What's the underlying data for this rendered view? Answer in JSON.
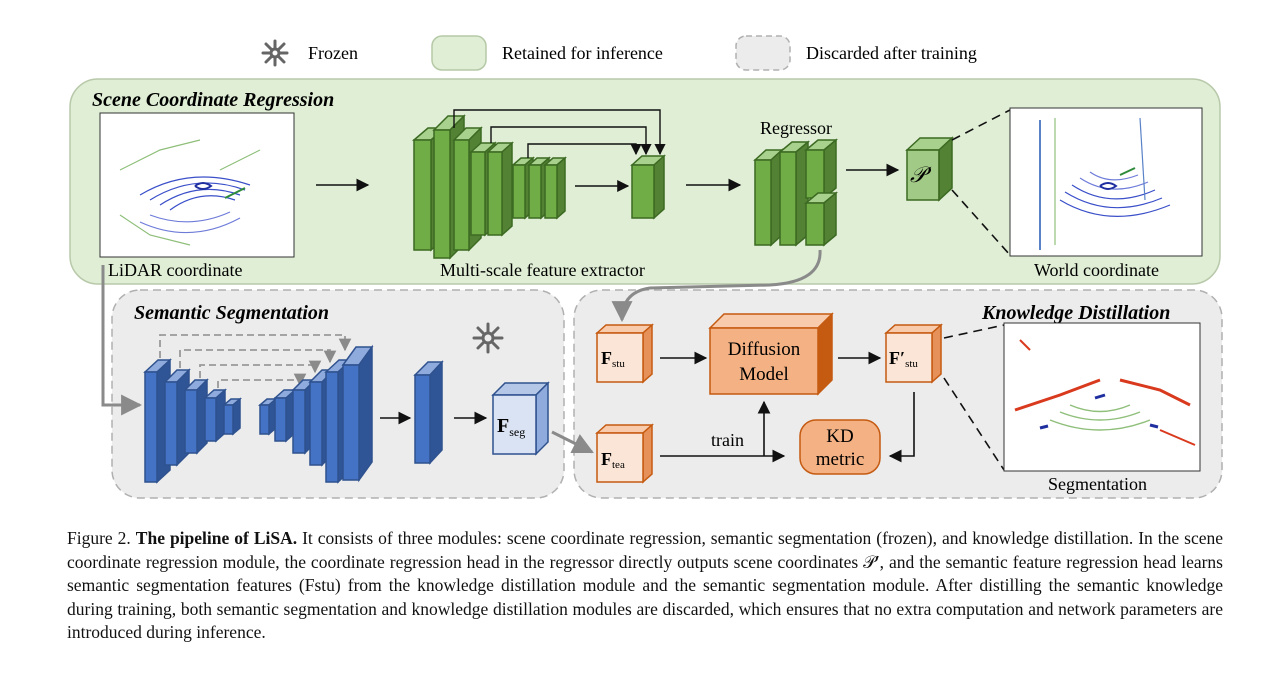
{
  "legend": {
    "frozen": "Frozen",
    "retained": "Retained for inference",
    "discarded": "Discarded after training"
  },
  "modules": {
    "scr": {
      "title": "Scene Coordinate Regression",
      "lidar_label": "LiDAR coordinate",
      "extractor_label": "Multi-scale feature extractor",
      "regressor_label": "Regressor",
      "output_label": "𝒫′",
      "world_label": "World coordinate"
    },
    "seg": {
      "title": "Semantic Segmentation",
      "fseg_main": "F",
      "fseg_sub": "seg"
    },
    "kd": {
      "title": "Knowledge Distillation",
      "fstu_main": "F",
      "fstu_sub": "stu",
      "ftea_main": "F",
      "ftea_sub": "tea",
      "fstu2_main": "F′",
      "fstu2_sub": "stu",
      "diffusion_line1": "Diffusion",
      "diffusion_line2": "Model",
      "kd_line1": "KD",
      "kd_line2": "metric",
      "train_label": "train",
      "seg_label": "Segmentation"
    }
  },
  "caption": {
    "label": "Figure 2.",
    "title": "The pipeline of LiSA.",
    "text": "It consists of three modules: scene coordinate regression, semantic segmentation (frozen), and knowledge distillation. In the scene coordinate regression module, the coordinate regression head in the regressor directly outputs scene coordinates 𝒫′, and the semantic feature regression head learns semantic segmentation features (Fstu) from the knowledge distillation module and the semantic segmentation module. After distilling the semantic knowledge during training, both semantic segmentation and knowledge distillation modules are discarded, which ensures that no extra computation and network parameters are introduced during inference."
  },
  "colors": {
    "green_panel": "#dfeed5",
    "gray_panel": "#ececec",
    "green_block": "#70ad47",
    "blue_block": "#4472c4",
    "orange_block": "#f4b183",
    "orange_stroke": "#c55a11"
  }
}
